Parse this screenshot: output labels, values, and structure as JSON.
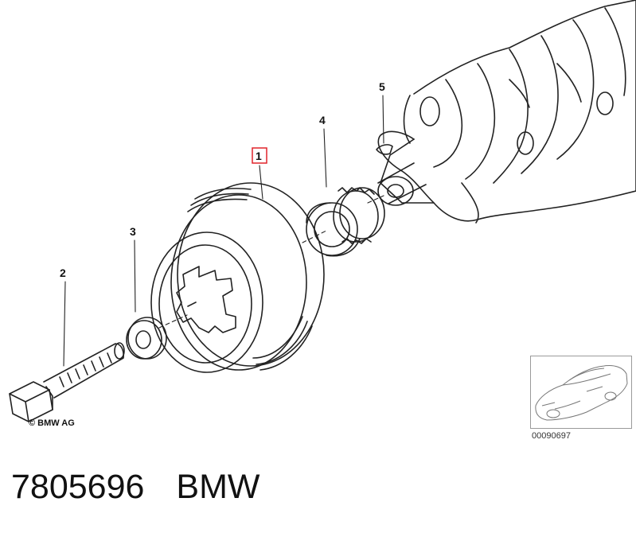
{
  "diagram": {
    "callouts": [
      {
        "id": "1",
        "label": "1",
        "highlighted": true
      },
      {
        "id": "2",
        "label": "2"
      },
      {
        "id": "3",
        "label": "3"
      },
      {
        "id": "4",
        "label": "4"
      },
      {
        "id": "5",
        "label": "5"
      }
    ],
    "highlight_color": "#e0242b",
    "copyright": "© BMW AG",
    "inset_code": "00090697"
  },
  "footer": {
    "part_number": "7805696",
    "brand": "BMW"
  }
}
